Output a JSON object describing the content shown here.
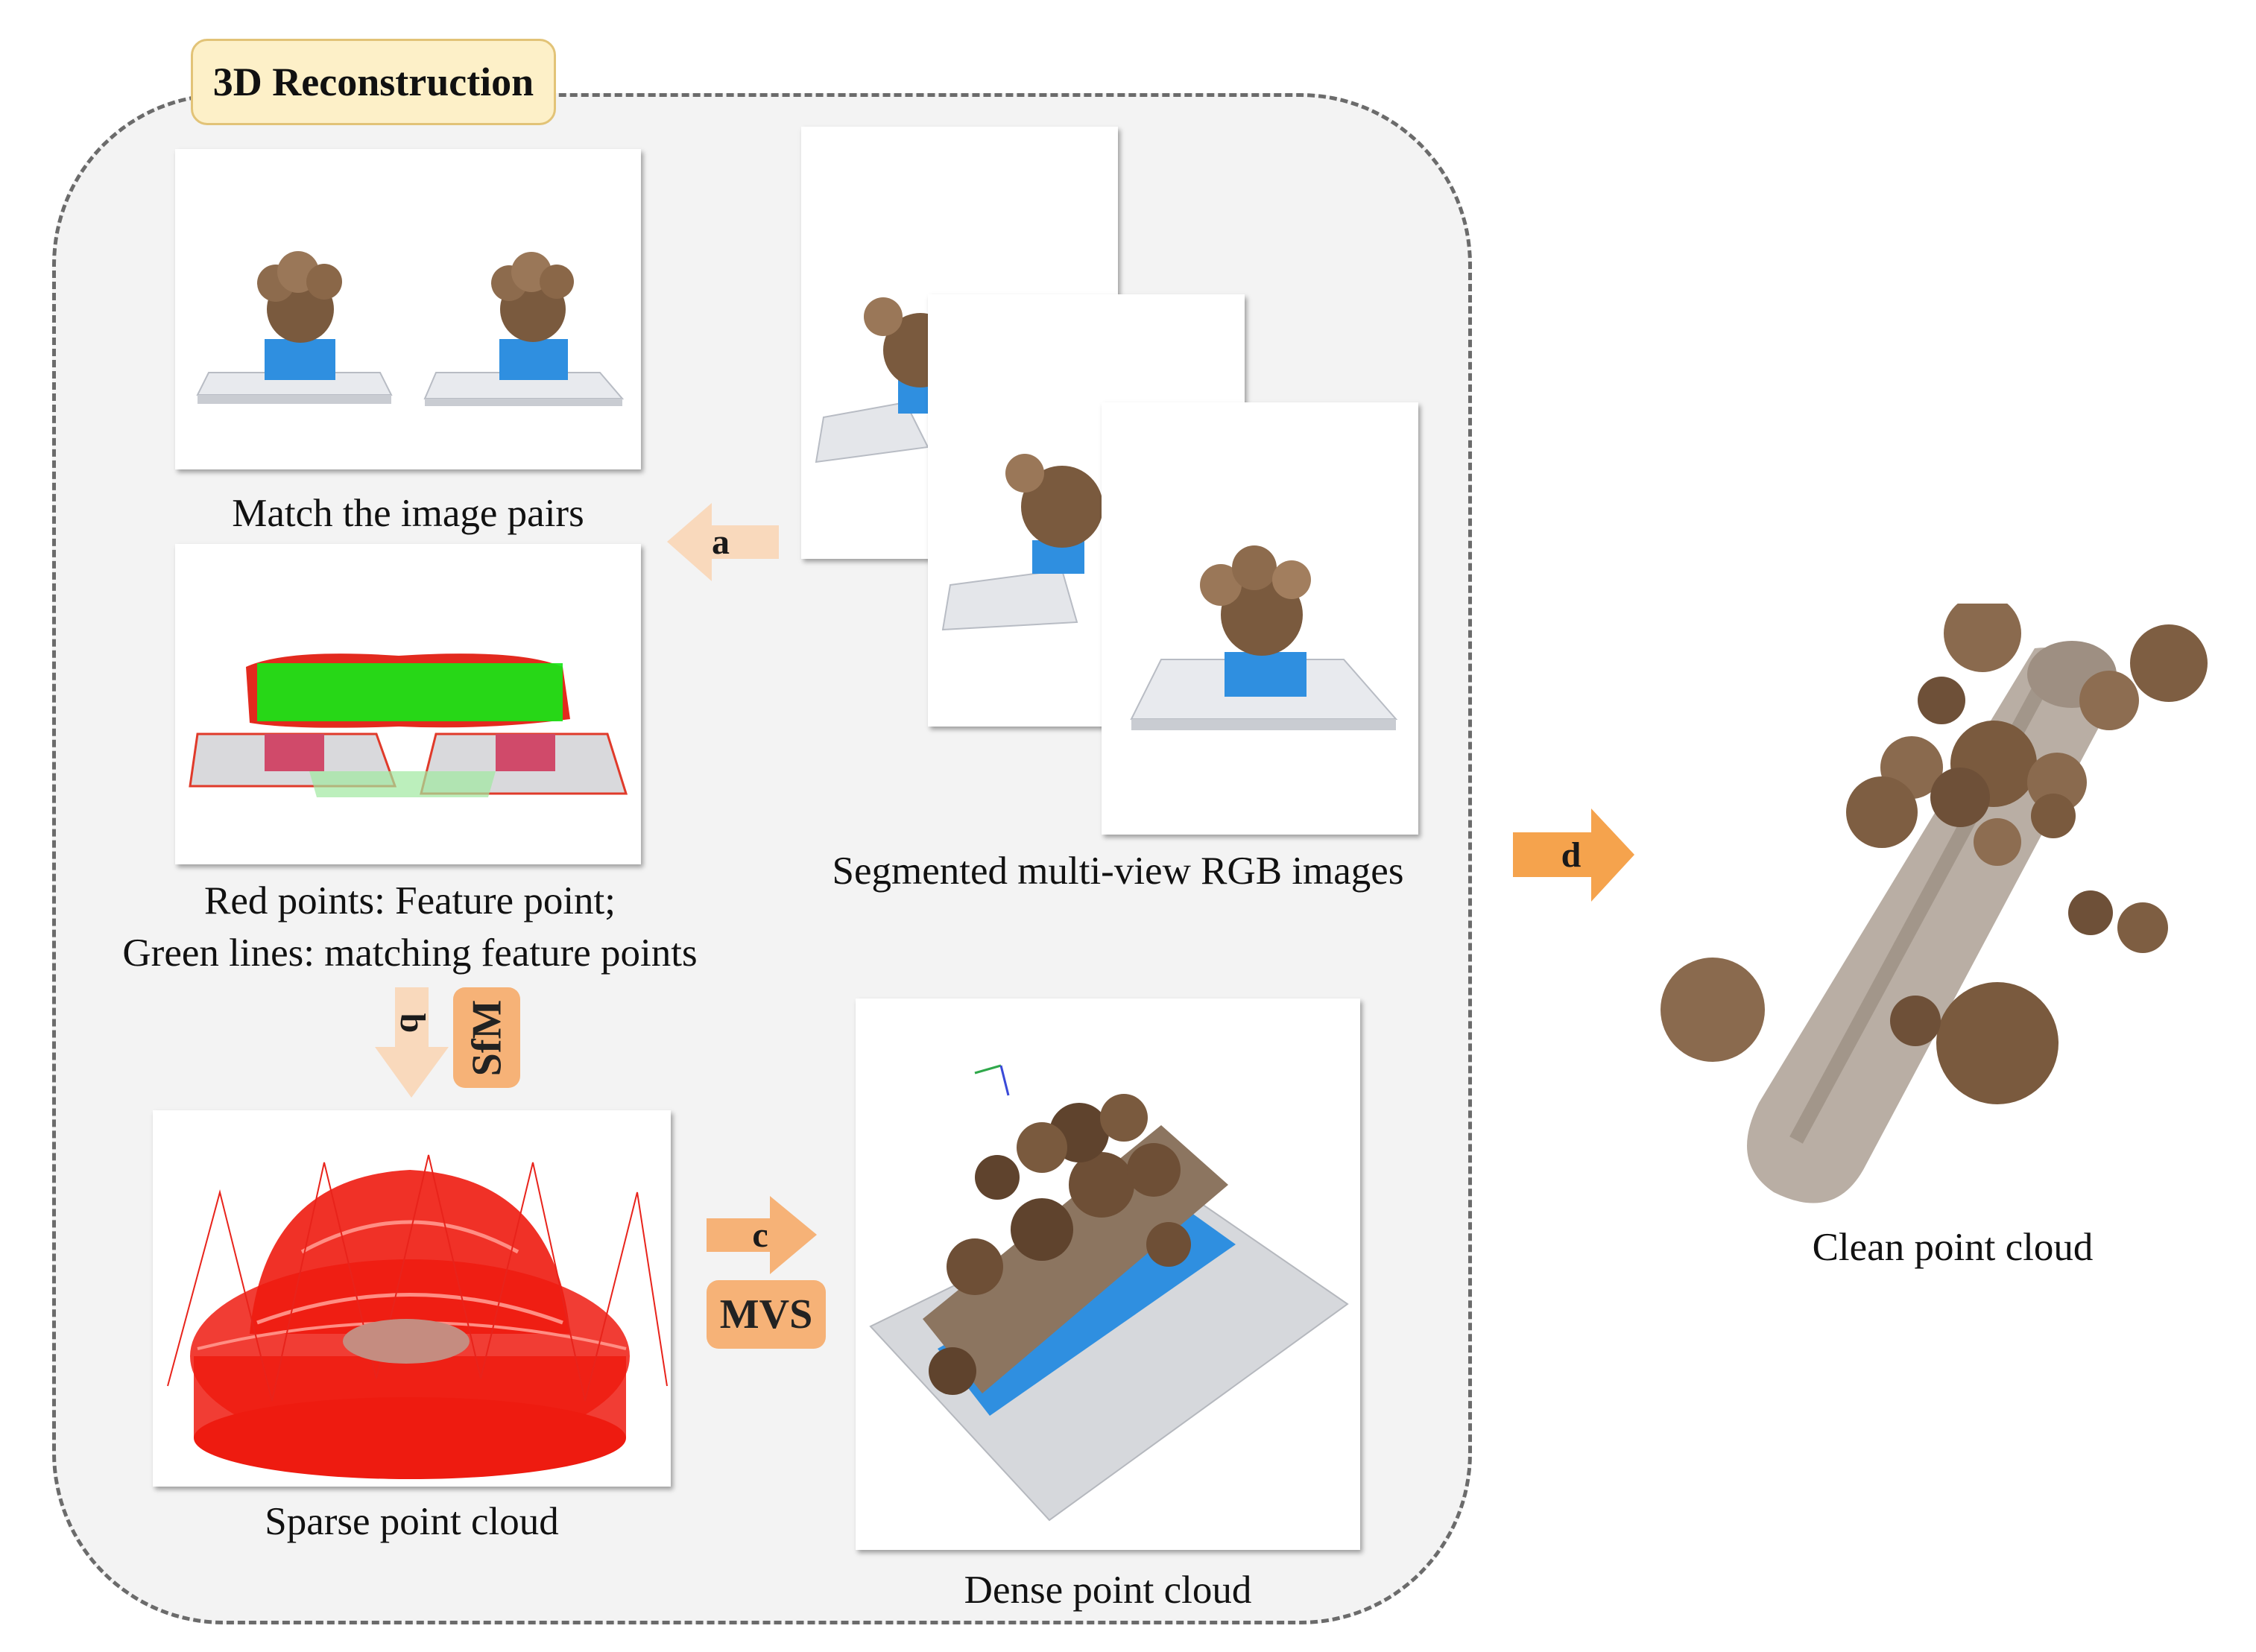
{
  "group_title": "3D Reconstruction",
  "captions": {
    "match_pairs": "Match the image pairs",
    "feature_line1": "Red points: Feature point;",
    "feature_line2": "Green lines: matching feature points",
    "segmented": "Segmented multi-view RGB images",
    "sparse": "Sparse point cloud",
    "dense": "Dense point cloud",
    "clean": "Clean point cloud"
  },
  "arrows": {
    "a": "a",
    "b": "b",
    "c": "c",
    "d": "d"
  },
  "tags": {
    "sfm": "SfM",
    "mvs": "MVS"
  },
  "colors": {
    "arrow_fill": "#f9d9bc",
    "tag_fill": "#f6b277",
    "d_arrow": "#f5a34d",
    "sparse_red": "#ee1b10",
    "match_green": "#17e617",
    "base_blue": "#2f8fe0"
  }
}
